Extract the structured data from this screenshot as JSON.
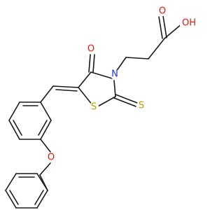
{
  "colors": {
    "oxygen": "#e8150b",
    "nitrogen": "#2233dd",
    "sulfur": "#b8a000",
    "carbon_bond": "#1a1a1a",
    "background": "#ffffff"
  },
  "atoms": {
    "ketone_oxygen": "O",
    "ring_nitrogen": "N",
    "ring_sulfur": "S",
    "thione_sulfur": "S",
    "acid_carbonyl_oxygen": "O",
    "acid_hydroxyl": "OH",
    "ether_oxygen": "O"
  }
}
